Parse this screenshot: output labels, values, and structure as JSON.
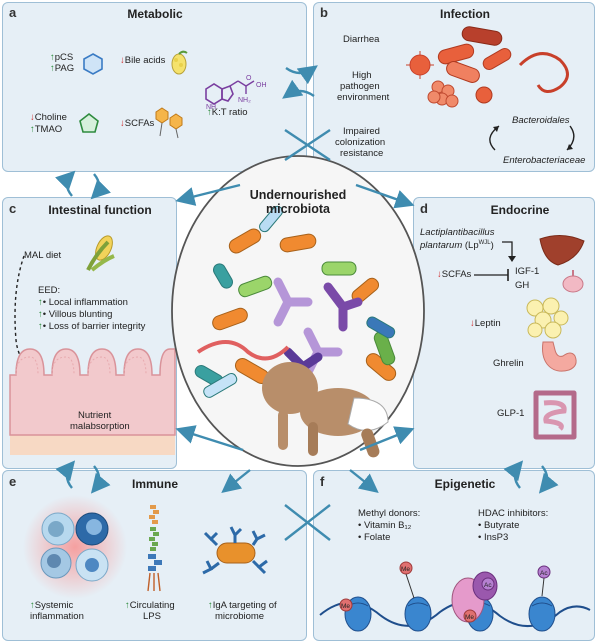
{
  "panels": {
    "a": {
      "label": "a",
      "title": "Metabolic",
      "pcs": "pCS",
      "pag": "PAG",
      "bile": "Bile acids",
      "choline": "Choline",
      "tmao": "TMAO",
      "scfas": "SCFAs",
      "kt": "K:T ratio",
      "nh": "NH",
      "nh2": "NH₂",
      "oh": "OH",
      "o": "O"
    },
    "b": {
      "label": "b",
      "title": "Infection",
      "diarrhea": "Diarrhea",
      "high1": "High",
      "high2": "pathogen",
      "high3": "environment",
      "imp1": "Impaired",
      "imp2": "colonization",
      "imp3": "resistance",
      "bact": "Bacteroidales",
      "entero": "Enterobacteriaceae"
    },
    "c": {
      "label": "c",
      "title": "Intestinal function",
      "mal": "MAL diet",
      "eed": "EED:",
      "inf": "Local inflammation",
      "villous": "Villous blunting",
      "barrier": "Loss of barrier integrity",
      "nut1": "Nutrient",
      "nut2": "malabsorption"
    },
    "d": {
      "label": "d",
      "title": "Endocrine",
      "lp1": "Lactiplantibacillus",
      "lp2": "plantarum",
      "lp3": "(Lp",
      "lpsup": "WJL",
      "lp4": ")",
      "scfas": "SCFAs",
      "igf": "IGF-1",
      "gh": "GH",
      "leptin": "Leptin",
      "ghrelin": "Ghrelin",
      "glp": "GLP-1"
    },
    "e": {
      "label": "e",
      "title": "Immune",
      "sys1": "Systemic",
      "sys2": "inflammation",
      "circ1": "Circulating",
      "circ2": "LPS",
      "iga1": "IgA targeting of",
      "iga2": "microbiome"
    },
    "f": {
      "label": "f",
      "title": "Epigenetic",
      "methyl": "Methyl donors:",
      "vit": "Vitamin B₁₂",
      "folate": "Folate",
      "hdac": "HDAC inhibitors:",
      "butyrate": "Butyrate",
      "insp3": "InsP3",
      "me": "Me",
      "ac": "Ac"
    }
  },
  "center": {
    "title1": "Undernourished",
    "title2": "microbiota"
  },
  "colors": {
    "panel_bg": "#e6eff6",
    "panel_border": "#9fbfd6",
    "arrow": "#3f8cb0",
    "up": "#2e8b3e",
    "down": "#d03030"
  }
}
